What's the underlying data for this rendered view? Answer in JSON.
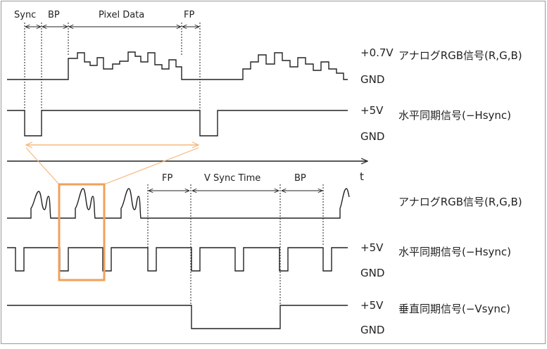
{
  "top_labels": {
    "sync": "Sync",
    "bp": "BP",
    "pixel_data": "Pixel Data",
    "fp": "FP"
  },
  "top_signals": {
    "rgb": {
      "level_label": "+0.7V",
      "gnd_label": "GND",
      "name": "アナログRGB信号(R,G,B)"
    },
    "hsync": {
      "level_label": "+5V",
      "gnd_label": "GND",
      "name": "水平同期信号(−Hsync)"
    }
  },
  "time_axis_label": "t",
  "bottom_labels": {
    "fp": "FP",
    "v_sync_time": "V Sync Time",
    "bp": "BP"
  },
  "bottom_signals": {
    "rgb": {
      "name": "アナログRGB信号(R,G,B)"
    },
    "hsync": {
      "level_label": "+5V",
      "gnd_label": "GND",
      "name": "水平同期信号(−Hsync)"
    },
    "vsync": {
      "level_label": "+5V",
      "gnd_label": "GND",
      "name": "垂直同期信号(−Vsync)"
    }
  },
  "colors": {
    "zoom_box": "#f0a15a",
    "zoom_lines": "#f6b87e",
    "signal": "#222222",
    "border": "#999999"
  }
}
